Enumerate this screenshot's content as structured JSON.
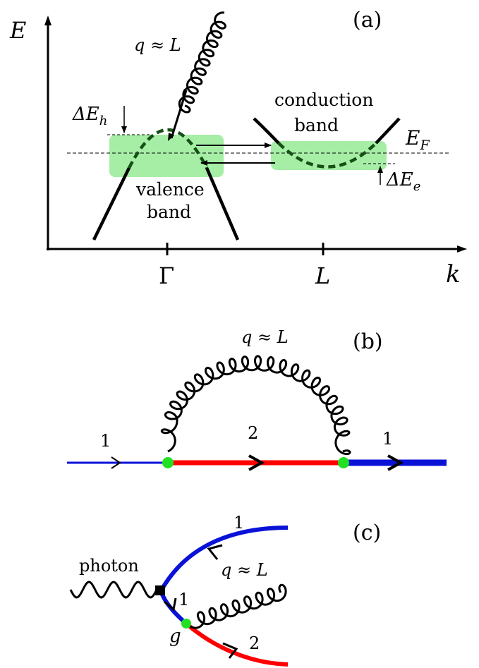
{
  "panel_a": {
    "label": "(a)",
    "axis_y": "E",
    "axis_x": "k",
    "tick_gamma": "Γ",
    "tick_L": "L",
    "gluon_label": "q ≈ L",
    "dEh_main": "ΔE",
    "dEh_sub": "h",
    "dEe_main": "ΔE",
    "dEe_sub": "e",
    "EF_main": "E",
    "EF_sub": "F",
    "conduction_line1": "conduction",
    "conduction_line2": "band",
    "valence_line1": "valence",
    "valence_line2": "band",
    "highlight_color": "#a6eea6"
  },
  "panel_b": {
    "label": "(b)",
    "gluon_label": "q ≈ L",
    "in_line": "1",
    "mid_line": "2",
    "out_line": "1",
    "colors": {
      "band1": "#0a12d8",
      "band2": "#ff0000",
      "vertex": "#22e022"
    }
  },
  "panel_c": {
    "label": "(c)",
    "photon_label": "photon",
    "gluon_label": "q ≈ L",
    "top_line": "1",
    "mid_line": "1",
    "bottom_line": "2",
    "vertex_label": "g"
  }
}
